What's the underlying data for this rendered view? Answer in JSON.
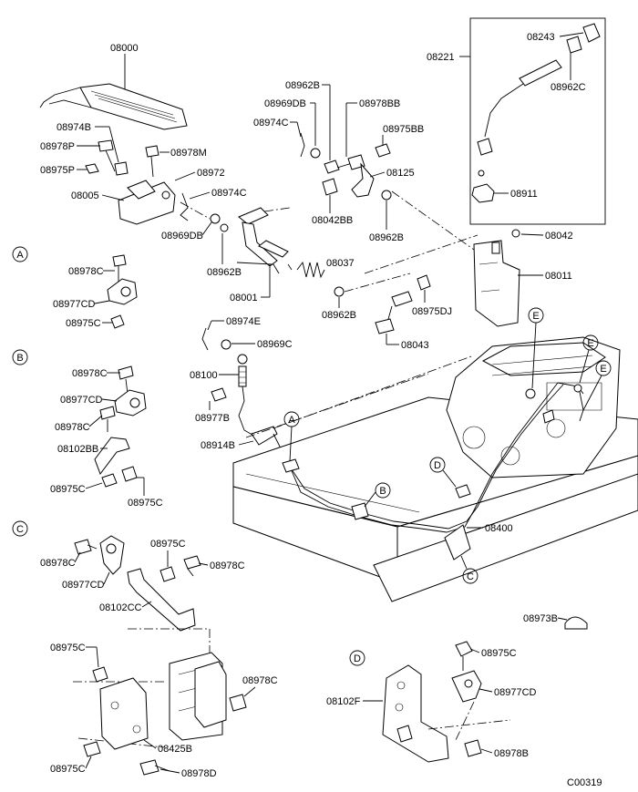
{
  "diagram_id": "C00319",
  "section_markers": {
    "A": "A",
    "B": "B",
    "C": "C",
    "D": "D",
    "E": "E"
  },
  "labels": {
    "p08000": "08000",
    "p08974B": "08974B",
    "p08978P": "08978P",
    "p08978M": "08978M",
    "p08975P": "08975P",
    "p08972": "08972",
    "p08974C_left": "08974C",
    "p08005": "08005",
    "p08969DB_left": "08969DB",
    "p08962B_top": "08962B",
    "p08969DB_top": "08969DB",
    "p08974C_top": "08974C",
    "p08978BB": "08978BB",
    "p08975BB": "08975BB",
    "p08125": "08125",
    "p08042BB": "08042BB",
    "p08962B_right": "08962B",
    "p08962B_mid": "08962B",
    "p08037": "08037",
    "p08001": "08001",
    "p08962B_low": "08962B",
    "p08975DJ": "08975DJ",
    "p08043": "08043",
    "p08221": "08221",
    "p08243": "08243",
    "p08962C": "08962C",
    "p08911": "08911",
    "p08042": "08042",
    "p08011": "08011",
    "a08978C": "08978C",
    "a08977CD": "08977CD",
    "a08975C": "08975C",
    "p08974E": "08974E",
    "p08969C": "08969C",
    "p08100": "08100",
    "p08977B": "08977B",
    "p08914B": "08914B",
    "b08978C_1": "08978C",
    "b08977CD": "08977CD",
    "b08978C_2": "08978C",
    "b08102BB": "08102BB",
    "b08975C_1": "08975C",
    "b08975C_2": "08975C",
    "c08978C_1": "08978C",
    "c08975C_1": "08975C",
    "c08978C_2": "08978C",
    "c08977CD": "08977CD",
    "c08102CC": "08102CC",
    "c08975C_2": "08975C",
    "c08978C_3": "08978C",
    "c08425B": "08425B",
    "c08975C_3": "08975C",
    "c08978D": "08978D",
    "p08400": "08400",
    "p08973B": "08973B",
    "d08975C": "08975C",
    "d08102F": "08102F",
    "d08977CD": "08977CD",
    "d08978B": "08978B"
  }
}
